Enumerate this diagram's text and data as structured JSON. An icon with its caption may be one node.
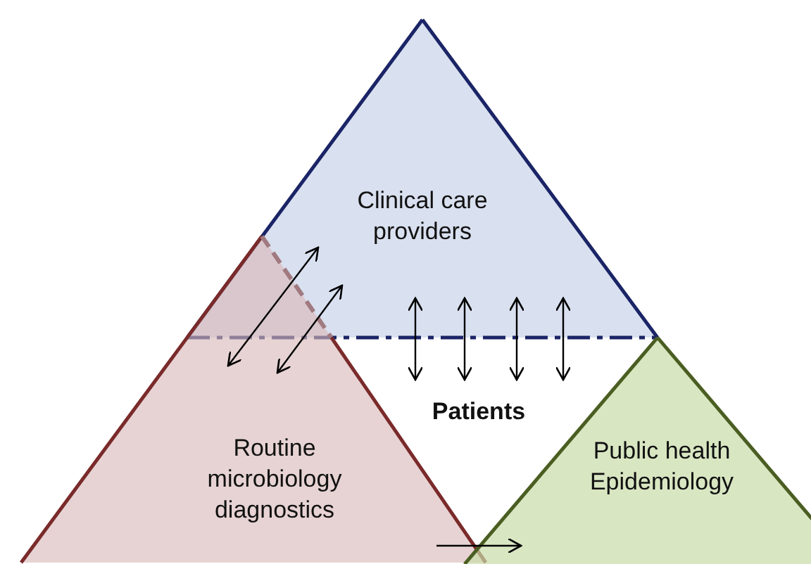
{
  "diagram": {
    "nodes": [
      {
        "text": [
          "Clinical care providers"
        ]
      },
      {
        "text": [
          "Patients"
        ]
      },
      {
        "text": [
          "Routine microbiology diagnostics"
        ]
      },
      {
        "text": [
          "Public health Epidemiology"
        ]
      }
    ],
    "edges": [
      {
        "from": 0,
        "to": 2,
        "arrow": "both"
      },
      {
        "from": 0,
        "to": 2,
        "arrow": "both"
      },
      {
        "from": 0,
        "to": 1,
        "arrow": "both"
      },
      {
        "from": 0,
        "to": 1,
        "arrow": "both"
      },
      {
        "from": 0,
        "to": 1,
        "arrow": "both"
      },
      {
        "from": 0,
        "to": 1,
        "arrow": "both"
      },
      {
        "from": 2,
        "to": 3,
        "arrow": "to"
      }
    ]
  }
}
